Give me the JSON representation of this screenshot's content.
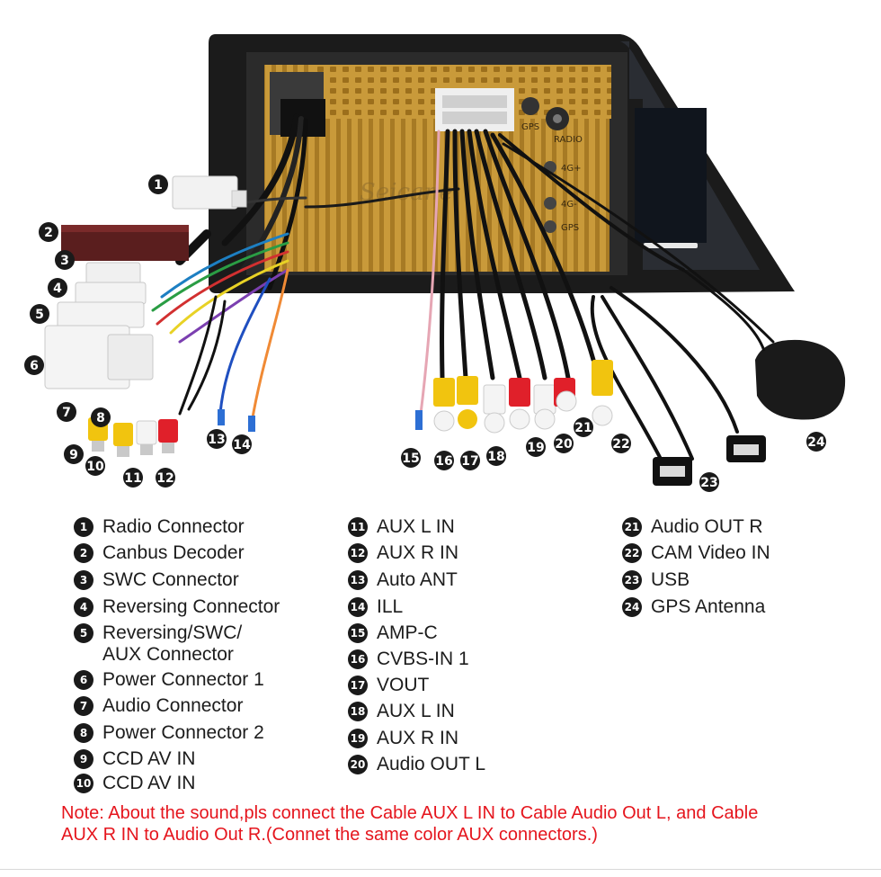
{
  "diagram": {
    "watermark": "Seicane",
    "unit_labels": {
      "gps": "GPS",
      "radio": "RADIO",
      "port_4g_plus": "4G+",
      "port_4g_minus": "4G-",
      "port_gps": "GPS"
    },
    "callout_numbers": [
      "1",
      "2",
      "3",
      "4",
      "5",
      "6",
      "7",
      "8",
      "9",
      "10",
      "11",
      "12",
      "13",
      "14",
      "15",
      "16",
      "17",
      "18",
      "19",
      "20",
      "21",
      "22",
      "23",
      "24"
    ]
  },
  "legend": {
    "columns": [
      [
        {
          "num": "1",
          "label": "Radio Connector"
        },
        {
          "num": "2",
          "label": "Canbus Decoder"
        },
        {
          "num": "3",
          "label": "SWC Connector"
        },
        {
          "num": "4",
          "label": "Reversing Connector"
        },
        {
          "num": "5",
          "label": "Reversing/SWC/\nAUX Connector"
        },
        {
          "num": "6",
          "label": "Power Connector 1"
        },
        {
          "num": "7",
          "label": "Audio Connector"
        },
        {
          "num": "8",
          "label": "Power Connector 2"
        },
        {
          "num": "9",
          "label": "CCD AV IN"
        },
        {
          "num": "10",
          "label": "CCD AV IN"
        }
      ],
      [
        {
          "num": "11",
          "label": "AUX L IN"
        },
        {
          "num": "12",
          "label": "AUX R IN"
        },
        {
          "num": "13",
          "label": "Auto ANT"
        },
        {
          "num": "14",
          "label": "ILL"
        },
        {
          "num": "15",
          "label": "AMP-C"
        },
        {
          "num": "16",
          "label": "CVBS-IN 1"
        },
        {
          "num": "17",
          "label": "VOUT"
        },
        {
          "num": "18",
          "label": "AUX L IN"
        },
        {
          "num": "19",
          "label": "AUX R IN"
        },
        {
          "num": "20",
          "label": "Audio OUT L"
        }
      ],
      [
        {
          "num": "21",
          "label": "Audio OUT R"
        },
        {
          "num": "22",
          "label": "CAM Video IN"
        },
        {
          "num": "23",
          "label": "USB"
        },
        {
          "num": "24",
          "label": "GPS Antenna"
        }
      ]
    ]
  },
  "note": {
    "line1": "Note: About the sound,pls connect the Cable AUX L IN to Cable Audio Out L, and Cable",
    "line2": "AUX R IN to  Audio Out R.(Connet the same color AUX connectors.)"
  },
  "colors": {
    "note": "#e5151d",
    "badge": "#1a1a1a",
    "chassis": "#1b1b1b",
    "panel": "#c89a3c",
    "rca_yellow": "#f1c40f",
    "rca_red": "#e0202a",
    "rca_white": "#f4f4f4"
  }
}
